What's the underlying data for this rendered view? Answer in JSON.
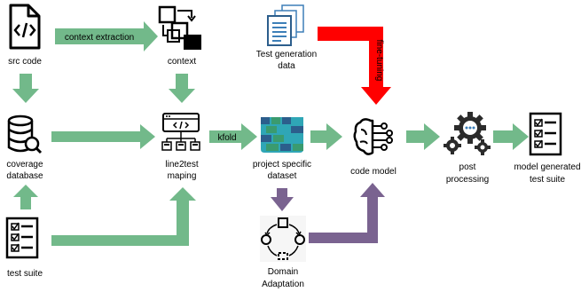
{
  "nodes": {
    "src_code": "src code",
    "context": "context",
    "test_gen_line1": "Test generation",
    "test_gen_line2": "data",
    "coverage_line1": "coverage",
    "coverage_line2": "database",
    "line2test_line1": "line2test",
    "line2test_line2": "maping",
    "project_line1": "project specific",
    "project_line2": "dataset",
    "code_model": "code model",
    "post_line1": "post",
    "post_line2": "processing",
    "mgts_line1": "model generated",
    "mgts_line2": "test suite",
    "test_suite": "test suite",
    "domain_line1": "Domain",
    "domain_line2": "Adaptation"
  },
  "arrows": {
    "context_extraction": "context extraction",
    "kfold": "kfold",
    "fine_tuning": "fine-tuning"
  },
  "icons": {
    "src_code": "code-file-icon",
    "context": "context-structure-icon",
    "test_gen": "documents-icon",
    "coverage": "database-search-icon",
    "line2test": "browser-code-hierarchy-icon",
    "project": "dataset-icon",
    "code_model": "brain-circuit-icon",
    "post": "gears-icon",
    "mgts": "checklist-icon",
    "test_suite": "checklist-icon",
    "domain": "cycle-adaptation-icon"
  },
  "colors": {
    "green_arrow": "#72B98A",
    "red_arrow": "#FF0000",
    "purple_arrow": "#7A6390",
    "dataset_teal": "#2FA6B6",
    "dataset_green": "#3A9B6F",
    "dataset_blue": "#2C5E8C",
    "doc_blue": "#3D7FB8"
  }
}
